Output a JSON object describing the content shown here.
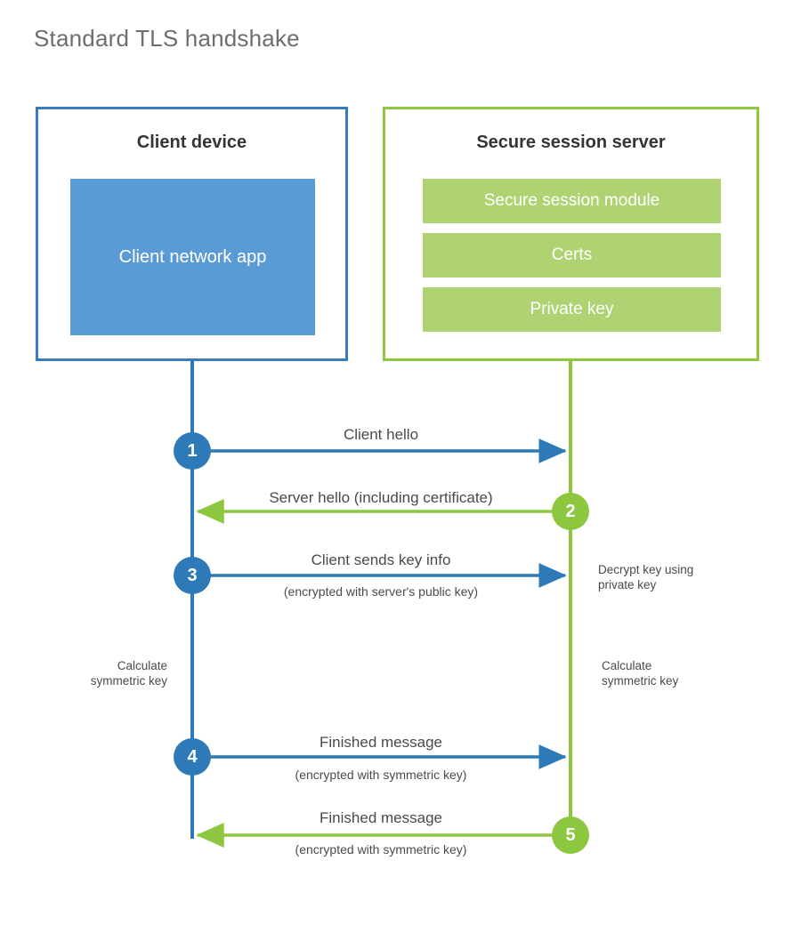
{
  "title": "Standard TLS handshake",
  "colors": {
    "client_border": "#3A7BC0",
    "client_fill": "#5B9BD5",
    "client_accent": "#2E7AB8",
    "server_border": "#8DC63F",
    "server_fill": "#AFD373",
    "server_accent": "#8DC63F",
    "title_text": "#6e6e6e",
    "body_text": "#4a4a4a"
  },
  "actors": {
    "client": {
      "title": "Client device",
      "block_label": "Client network app"
    },
    "server": {
      "title": "Secure session server",
      "bars": [
        {
          "label": "Secure session module"
        },
        {
          "label": "Certs"
        },
        {
          "label": "Private key"
        }
      ]
    }
  },
  "steps": [
    {
      "number": "1",
      "label": "Client hello",
      "sublabel": "",
      "direction": "client-to-server",
      "color": "#2E7AB8"
    },
    {
      "number": "2",
      "label": "Server hello (including certificate)",
      "sublabel": "",
      "direction": "server-to-client",
      "color": "#8DC63F"
    },
    {
      "number": "3",
      "label": "Client sends key info",
      "sublabel": "(encrypted with server's public key)",
      "direction": "client-to-server",
      "color": "#2E7AB8"
    },
    {
      "number": "4",
      "label": "Finished message",
      "sublabel": "(encrypted with symmetric key)",
      "direction": "client-to-server",
      "color": "#2E7AB8"
    },
    {
      "number": "5",
      "label": "Finished message",
      "sublabel": "(encrypted with symmetric key)",
      "direction": "server-to-client",
      "color": "#8DC63F"
    }
  ],
  "annotations": {
    "decrypt_key": "Decrypt key using\nprivate key",
    "client_calc": "Calculate\nsymmetric key",
    "server_calc": "Calculate\nsymmetric key"
  }
}
